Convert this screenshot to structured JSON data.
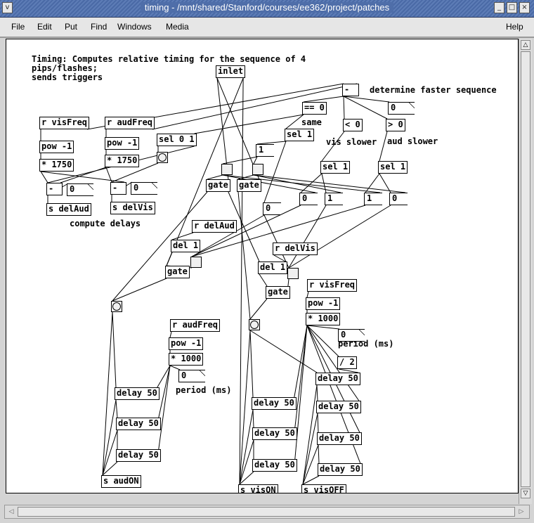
{
  "window": {
    "title": "timing  - /mnt/shared/Stanford/courses/ee362/project/patches",
    "menu_icon": "window-menu-icon",
    "controls": [
      "minimize",
      "maximize",
      "close"
    ]
  },
  "menubar": {
    "items": [
      "File",
      "Edit",
      "Put",
      "Find",
      "Windows",
      "Media"
    ],
    "help": "Help"
  },
  "comments": {
    "header_line1": "Timing: Computes relative timing for the sequence of 4",
    "header_line2": "pips/flashes;",
    "header_line3": "sends triggers",
    "determine": "determine faster sequence",
    "same": "same",
    "vis_slower": "vis slower",
    "aud_slower": "aud slower",
    "compute_delays": "compute delays",
    "period_aud": "period (ms)",
    "period_vis": "period (ms)"
  },
  "objects": {
    "inlet": "inlet",
    "r_visFreq_1": "r visFreq",
    "r_audFreq_1": "r audFreq",
    "pow_a": "pow -1",
    "pow_b": "pow -1",
    "mul_1750_a": "* 1750",
    "mul_1750_b": "* 1750",
    "sel01": "sel 0 1",
    "minus_a": "-",
    "minus_b": "-",
    "s_delAud": "s delAud",
    "s_delVis": "s delVis",
    "minus_top": "-",
    "eq0": "== 0",
    "lt0": "< 0",
    "gt0": "> 0",
    "sel1_same": "sel 1",
    "sel1_vis": "sel 1",
    "sel1_aud": "sel 1",
    "gate_a": "gate",
    "gate_b": "gate",
    "r_delAud": "r delAud",
    "del1_a": "del 1",
    "gate_c": "gate",
    "r_delVis": "r delVis",
    "del1_b": "del 1",
    "gate_d": "gate",
    "r_visFreq_2": "r visFreq",
    "pow_c": "pow -1",
    "mul_1000_vis": "* 1000",
    "div2": "/ 2",
    "r_audFreq_2": "r audFreq",
    "pow_d": "pow -1",
    "mul_1000_aud": "* 1000",
    "delay_aud_1": "delay 50",
    "delay_aud_2": "delay 50",
    "delay_aud_3": "delay 50",
    "s_audON": "s audON",
    "delay_von_1": "delay 50",
    "delay_von_2": "delay 50",
    "delay_von_3": "delay 50",
    "s_visON": "s visON",
    "delay_voff_1": "delay 50",
    "delay_voff_2": "delay 50",
    "delay_voff_3": "delay 50",
    "delay_voff_4": "delay 50",
    "s_visOFF": "s visOFF"
  },
  "messages": {
    "msg_1_top": "1",
    "msg_0_a": "0",
    "msg_1_a": "1",
    "msg_0_b": "0",
    "msg_1_b": "1",
    "msg_0_c": "0"
  },
  "numbers": {
    "num_diff": "0",
    "num_delaud": "0",
    "num_delvis": "0",
    "num_period_aud": "0",
    "num_period_vis": "0"
  }
}
